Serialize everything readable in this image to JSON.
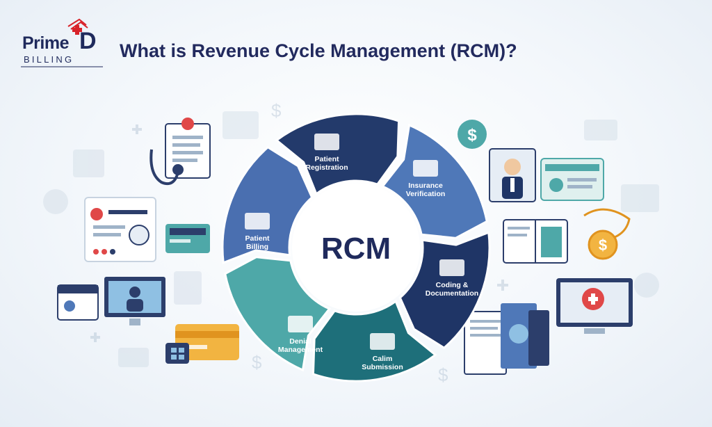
{
  "logo": {
    "brand_prime": "Prime",
    "brand_d": "D",
    "brand_billing": "BILLING"
  },
  "title": "What is Revenue Cycle Management (RCM)?",
  "center": "RCM",
  "stages": [
    {
      "line1": "Patient",
      "line2": "Registration",
      "color": "#233a6b"
    },
    {
      "line1": "Insurance",
      "line2": "Verification",
      "color": "#4f78b8"
    },
    {
      "line1": "Coding &",
      "line2": "Documentation",
      "color": "#1f3566"
    },
    {
      "line1": "Calim",
      "line2": "Submission",
      "color": "#1e6f7a"
    },
    {
      "line1": "Denial",
      "line2": "Management",
      "color": "#4ea8a8"
    },
    {
      "line1": "Patient",
      "line2": "Billing",
      "color": "#4a6fb0"
    }
  ]
}
